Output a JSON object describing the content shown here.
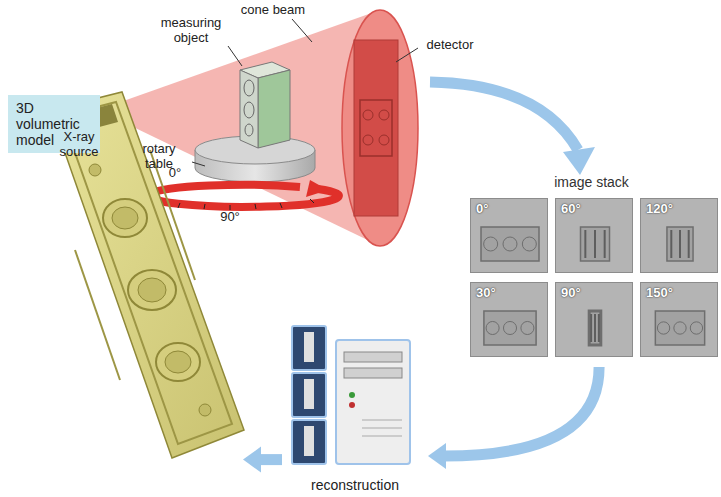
{
  "diagram": {
    "nodes": [
      {
        "text": [
          "image stack"
        ]
      },
      {
        "text": [
          "0°"
        ],
        "in": 0
      },
      {
        "text": [
          "60°"
        ],
        "in": 0
      },
      {
        "text": [
          "120°"
        ],
        "in": 0
      },
      {
        "text": [
          "30°"
        ],
        "in": 0
      },
      {
        "text": [
          "90°"
        ],
        "in": 0
      },
      {
        "text": [
          "150°"
        ],
        "in": 0
      },
      {
        "text": [
          "reconstruction"
        ]
      },
      {
        "text": [
          "3D volumetric model"
        ]
      }
    ],
    "edges": [
      {
        "from": 0,
        "to": 7,
        "arrow": "to"
      },
      {
        "from": 7,
        "to": 8,
        "arrow": "to"
      }
    ],
    "labels": [
      "cone beam",
      "detector",
      "measuring object",
      "X-ray source",
      "rotary table",
      "0°",
      "90°"
    ]
  }
}
